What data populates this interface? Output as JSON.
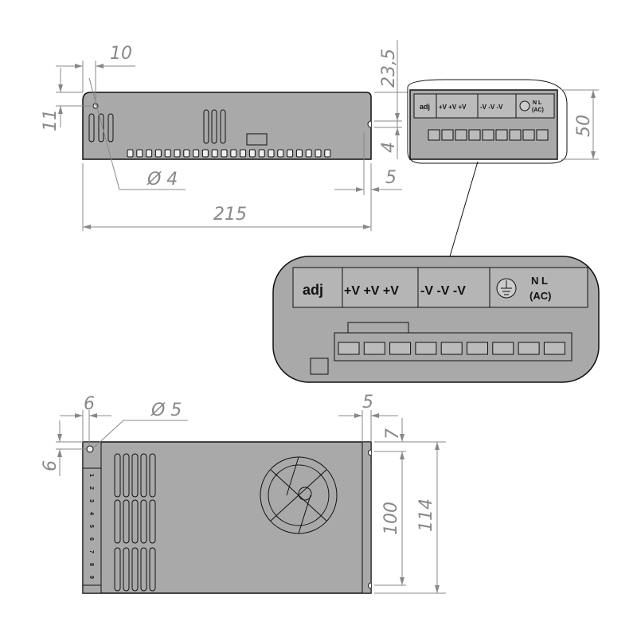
{
  "side_view": {
    "dim_hole_offset": "10",
    "dim_hole_height": "11",
    "dim_hole_diameter": "Ø 4",
    "dim_length": "215",
    "dim_slot_offset": "5",
    "dim_slot_height": "4",
    "dim_height": "23,5"
  },
  "end_view": {
    "dim_height": "50"
  },
  "terminal_labels": {
    "adj": "adj",
    "plus_v": "+V +V +V",
    "minus_v": "-V -V -V",
    "neutral_line": "N  L",
    "ac": "(AC)"
  },
  "bottom_view": {
    "dim_hole_offset_x": "6",
    "dim_hole_offset_y": "6",
    "dim_hole_diameter": "Ø 5",
    "dim_slot_offset": "5",
    "dim_slot_top": "7",
    "dim_slot_pitch": "100",
    "dim_width": "114",
    "terminal_numbers": [
      "1",
      "2",
      "3",
      "4",
      "5",
      "6",
      "7",
      "8",
      "9"
    ]
  },
  "colors": {
    "housing": "#a9a9a9",
    "dimension": "#888888"
  }
}
